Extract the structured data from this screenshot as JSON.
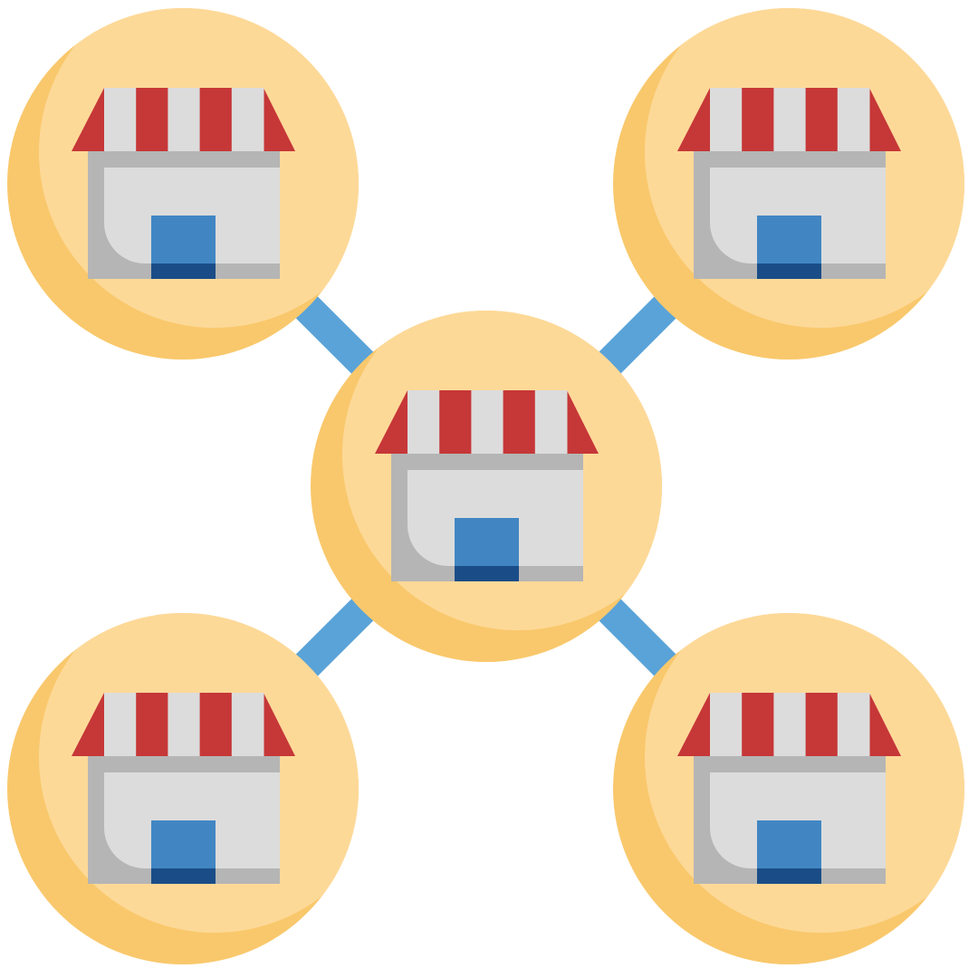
{
  "illustration": {
    "subject": "store-network-icon",
    "colors": {
      "background": "#ffffff",
      "connector": "#5aa3d8",
      "circle_light": "#fdd998",
      "circle_shade": "#f9c86c",
      "awning_red": "#c63738",
      "awning_white": "#dcdcdc",
      "wall": "#dcdcdc",
      "frame": "#b5b5b5",
      "window": "#4186c3",
      "window_base": "#1a4d87"
    },
    "nodes": [
      {
        "id": "top-left-store",
        "role": "branch"
      },
      {
        "id": "top-right-store",
        "role": "branch"
      },
      {
        "id": "center-store",
        "role": "hub"
      },
      {
        "id": "bottom-left-store",
        "role": "branch"
      },
      {
        "id": "bottom-right-store",
        "role": "branch"
      }
    ],
    "links": [
      {
        "from": "center-store",
        "to": "top-left-store"
      },
      {
        "from": "center-store",
        "to": "top-right-store"
      },
      {
        "from": "center-store",
        "to": "bottom-left-store"
      },
      {
        "from": "center-store",
        "to": "bottom-right-store"
      }
    ]
  }
}
